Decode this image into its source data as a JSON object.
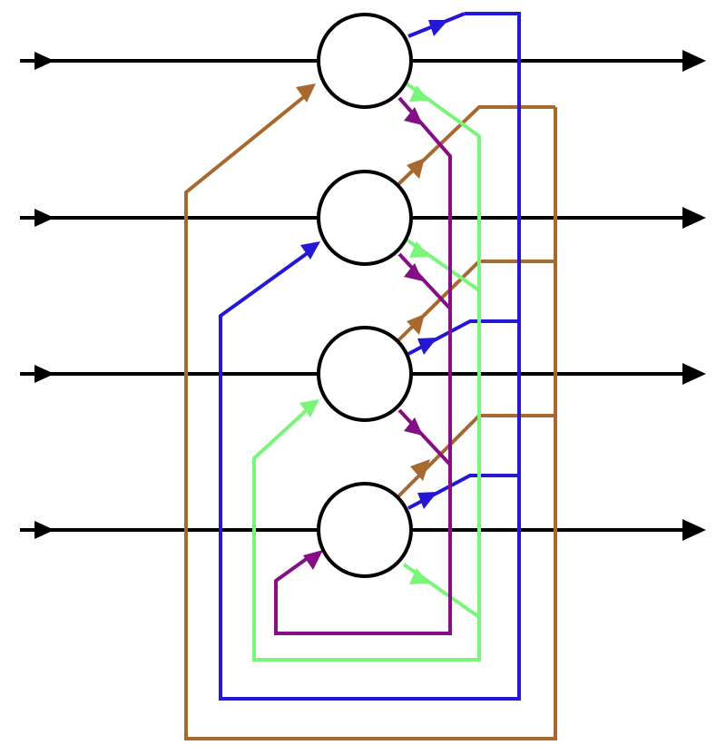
{
  "diagram": {
    "type": "recurrent-network",
    "nodes": [
      "n1",
      "n2",
      "n3",
      "n4"
    ],
    "external_inputs": [
      "n1",
      "n2",
      "n3",
      "n4"
    ],
    "external_outputs": [
      "n1",
      "n2",
      "n3",
      "n4"
    ],
    "feedback_connections": [
      {
        "color": "#2418D4",
        "from": "n1",
        "to": "n2"
      },
      {
        "color": "#2418D4",
        "from": "n3",
        "to": "n2"
      },
      {
        "color": "#2418D4",
        "from": "n4",
        "to": "n2"
      },
      {
        "color": "#7AF57A",
        "from": "n1",
        "to": "n3"
      },
      {
        "color": "#7AF57A",
        "from": "n2",
        "to": "n3"
      },
      {
        "color": "#7AF57A",
        "from": "n4",
        "to": "n3"
      },
      {
        "color": "#850D85",
        "from": "n1",
        "to": "n4"
      },
      {
        "color": "#850D85",
        "from": "n2",
        "to": "n4"
      },
      {
        "color": "#850D85",
        "from": "n3",
        "to": "n4"
      },
      {
        "color": "#A8692F",
        "from": "n2",
        "to": "n1"
      },
      {
        "color": "#A8692F",
        "from": "n3",
        "to": "n1"
      },
      {
        "color": "#A8692F",
        "from": "n4",
        "to": "n1"
      }
    ],
    "colors": {
      "io_lines": "#000000",
      "node_fill": "#ffffff",
      "node_stroke": "#000000",
      "blue": "#2418D4",
      "green": "#7AF57A",
      "purple": "#850D85",
      "brown": "#A8692F"
    }
  }
}
